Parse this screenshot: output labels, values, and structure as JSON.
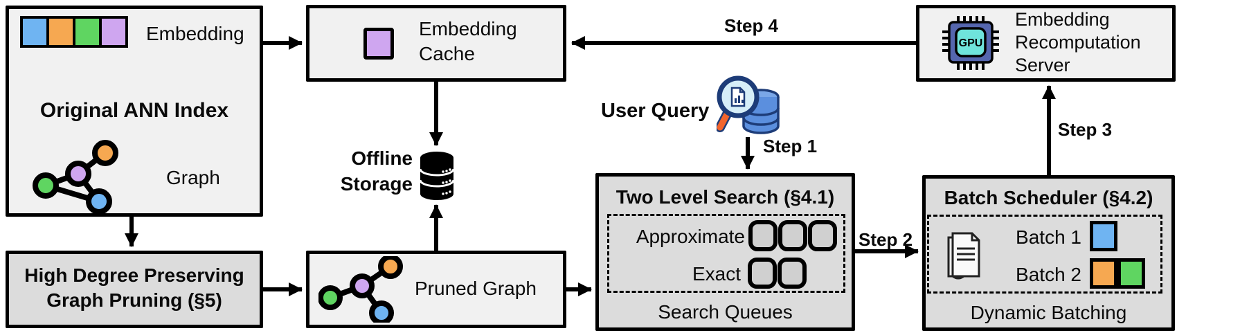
{
  "colors": {
    "blue": "#6FB4F2",
    "orange": "#F6A851",
    "green": "#5FD561",
    "purple": "#CFA6F0",
    "box_light": "#f1f1f1",
    "box_gray": "#dcdcdc",
    "gpu_body": "#5566AE",
    "gpu_core": "#6FE4DB",
    "query_db_light": "#7AA7E8",
    "query_db": "#5B8FDE",
    "query_outline": "#1D3C78",
    "query_lens": "#D6EEF8",
    "query_handle": "#F2642C"
  },
  "original_index": {
    "embedding_label": "Embedding",
    "title": "Original ANN Index",
    "graph_label": "Graph"
  },
  "embedding_cache": {
    "label": "Embedding Cache"
  },
  "offline_storage": {
    "label": "Offline Storage"
  },
  "high_degree_pruning": {
    "line1": "High Degree Preserving",
    "line2": "Graph Pruning (§5)"
  },
  "pruned_graph": {
    "label": "Pruned Graph"
  },
  "user_query": {
    "label": "User Query"
  },
  "two_level_search": {
    "title": "Two Level Search (§4.1)",
    "approximate_label": "Approximate",
    "exact_label": "Exact",
    "footer": "Search Queues"
  },
  "batch_scheduler": {
    "title": "Batch Scheduler (§4.2)",
    "batch1_label": "Batch 1",
    "batch2_label": "Batch 2",
    "footer": "Dynamic Batching"
  },
  "recomputation_server": {
    "label": "Embedding Recomputation Server",
    "gpu_label": "GPU"
  },
  "steps": {
    "step1": "Step 1",
    "step2": "Step 2",
    "step3": "Step 3",
    "step4": "Step 4"
  }
}
